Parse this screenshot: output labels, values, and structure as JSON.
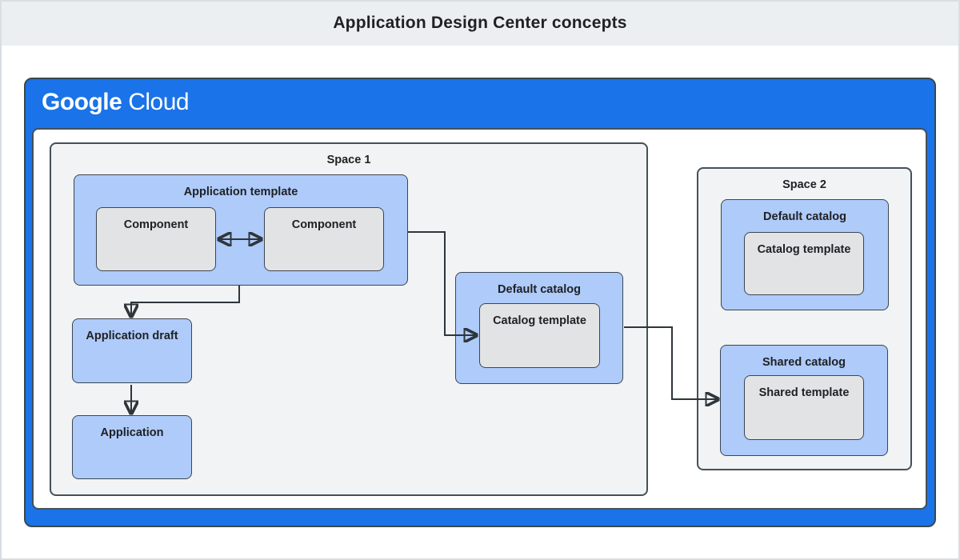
{
  "page": {
    "title": "Application Design Center concepts"
  },
  "brand": {
    "google": "Google",
    "cloud": "Cloud"
  },
  "colors": {
    "google_blue": "#1a73e8",
    "light_blue_box": "#aecbfa",
    "gray_box": "#e1e3e5",
    "space_fill": "#f1f3f4",
    "title_band": "#eceff1",
    "border_dark": "#3c4650",
    "arrow": "#2e353b",
    "text": "#202124",
    "logo_text": "#ffffff"
  },
  "diagram": {
    "space1": {
      "label": "Space 1",
      "application_template": {
        "label": "Application template",
        "components": [
          "Component",
          "Component"
        ]
      },
      "application_draft": {
        "label": "Application draft"
      },
      "application": {
        "label": "Application"
      },
      "default_catalog": {
        "label": "Default catalog",
        "catalog_template": {
          "label": "Catalog template"
        }
      }
    },
    "space2": {
      "label": "Space 2",
      "default_catalog": {
        "label": "Default catalog",
        "catalog_template": {
          "label": "Catalog template"
        }
      },
      "shared_catalog": {
        "label": "Shared catalog",
        "shared_template": {
          "label": "Shared template"
        }
      }
    }
  }
}
